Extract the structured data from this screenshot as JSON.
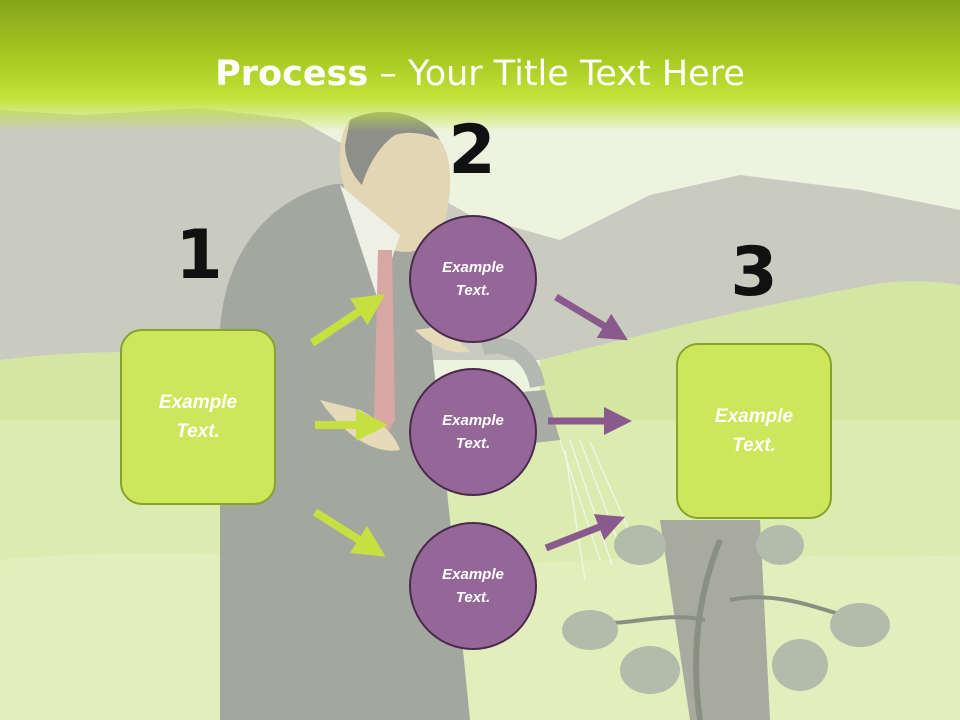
{
  "title": {
    "bold": "Process",
    "rest": " – Your Title Text Here"
  },
  "steps": {
    "one": "1",
    "two": "2",
    "three": "3"
  },
  "boxes": {
    "left": "Example\nText.",
    "right": "Example\nText."
  },
  "circles": {
    "top": "Example\nText.",
    "middle": "Example\nText.",
    "bottom": "Example\nText."
  },
  "colors": {
    "title_bar": "#a8ca22",
    "box_fill": "#cde65b",
    "box_border": "#86a32a",
    "circle_fill": "#956698",
    "circle_border": "#4a2a4c",
    "arrow_green": "#c6e040",
    "arrow_purple": "#8a5a8e"
  },
  "background": "man-watering-plant-illustration"
}
